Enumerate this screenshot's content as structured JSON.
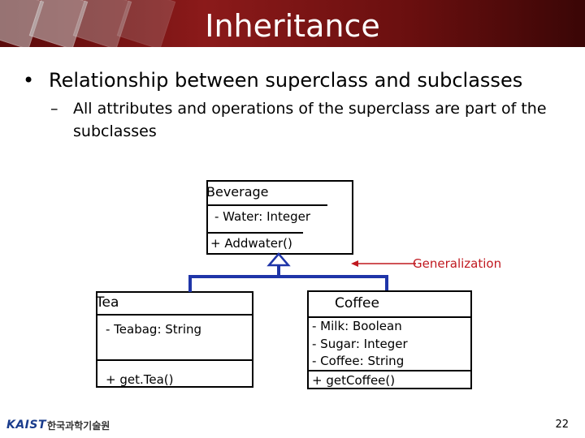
{
  "slide": {
    "title": "Inheritance",
    "bullet": "Relationship between superclass and subclasses",
    "bullet_marker": "•",
    "sub_marker": "–",
    "sub_bullet": "All attributes and operations of the superclass are part of the subclasses",
    "page_number": "22"
  },
  "diagram": {
    "superclass": {
      "name": "Beverage",
      "attributes": [
        "- Water: Integer"
      ],
      "operations": [
        "+ Addwater()"
      ]
    },
    "subclasses": [
      {
        "name": "Tea",
        "attributes": [
          "- Teabag: String"
        ],
        "operations": [
          "+ get.Tea()"
        ]
      },
      {
        "name": "Coffee",
        "attributes": [
          "- Milk: Boolean",
          "- Sugar: Integer",
          "- Coffee: String"
        ],
        "operations": [
          "+ getCoffee()"
        ]
      }
    ],
    "generalization_label": "Generalization",
    "colors": {
      "connector": "#1f35a8",
      "annotation": "#c0181f"
    }
  },
  "footer": {
    "logo_text": "KAIST",
    "institution": "한국과학기술원"
  }
}
